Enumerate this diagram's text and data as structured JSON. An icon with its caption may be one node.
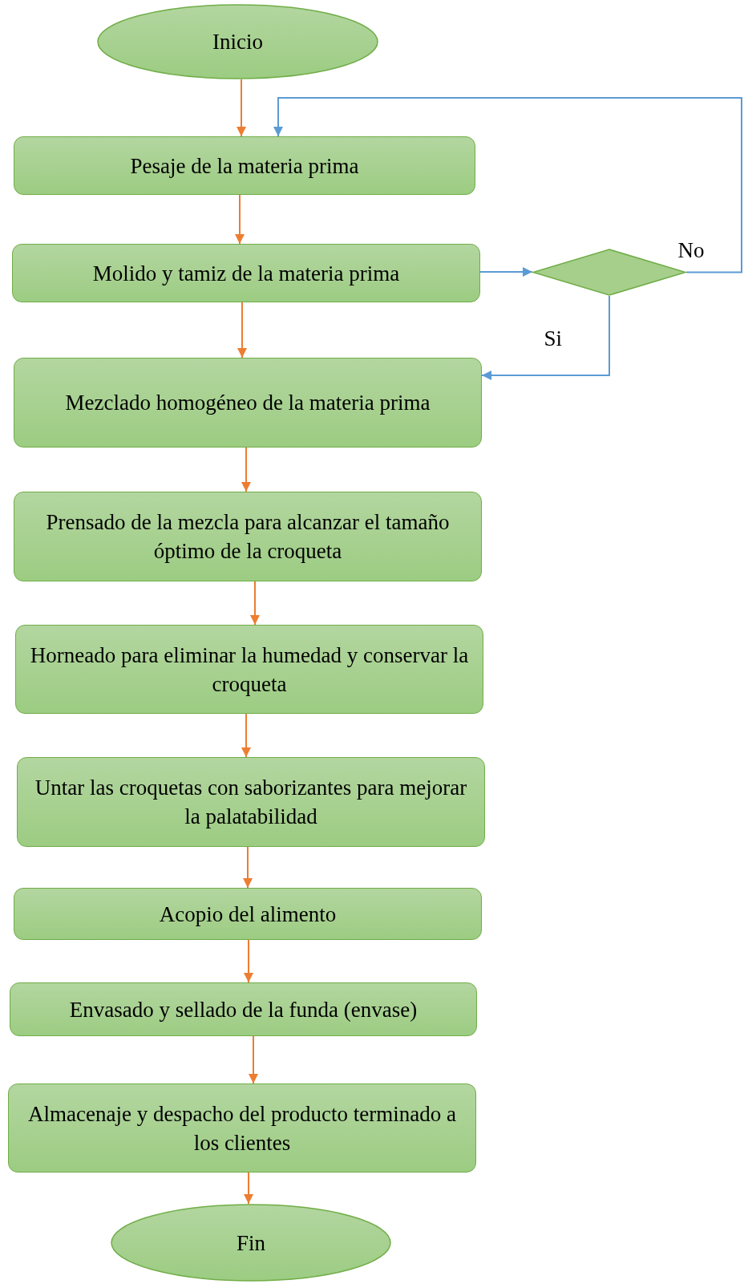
{
  "diagram": {
    "nodes": [
      {
        "text": [
          "Inicio"
        ]
      },
      {
        "text": [
          "Pesaje de la materia prima"
        ]
      },
      {
        "text": [
          "Molido y tamiz de la materia prima"
        ]
      },
      {
        "text": [],
        "shape": "diamond"
      },
      {
        "text": [
          "Mezclado homogéneo de la materia prima"
        ]
      },
      {
        "text": [
          "Prensado de la mezcla para alcanzar el tamaño óptimo de la croqueta"
        ]
      },
      {
        "text": [
          "Horneado para eliminar la humedad y conservar la croqueta"
        ]
      },
      {
        "text": [
          "Untar las croquetas con saborizantes para mejorar la palatabilidad"
        ]
      },
      {
        "text": [
          "Acopio del alimento"
        ]
      },
      {
        "text": [
          "Envasado y sellado de la funda (envase)"
        ]
      },
      {
        "text": [
          "Almacenaje y despacho del producto terminado a los clientes"
        ]
      },
      {
        "text": [
          "Fin"
        ]
      }
    ],
    "edges": [
      {
        "from": 0,
        "to": 1,
        "arrow": "to"
      },
      {
        "from": 1,
        "to": 2,
        "arrow": "to"
      },
      {
        "from": 2,
        "to": 3,
        "arrow": "to",
        "color": "#5b9bd5"
      },
      {
        "from": 3,
        "to": 1,
        "arrow": "to",
        "label": "No",
        "color": "#5b9bd5"
      },
      {
        "from": 3,
        "to": 4,
        "arrow": "to",
        "label": "Si",
        "color": "#5b9bd5"
      },
      {
        "from": 2,
        "to": 4,
        "arrow": "to"
      },
      {
        "from": 4,
        "to": 5,
        "arrow": "to"
      },
      {
        "from": 5,
        "to": 6,
        "arrow": "to"
      },
      {
        "from": 6,
        "to": 7,
        "arrow": "to"
      },
      {
        "from": 7,
        "to": 8,
        "arrow": "to"
      },
      {
        "from": 8,
        "to": 9,
        "arrow": "to"
      },
      {
        "from": 9,
        "to": 10,
        "arrow": "to"
      },
      {
        "from": 10,
        "to": 11,
        "arrow": "to"
      }
    ]
  }
}
